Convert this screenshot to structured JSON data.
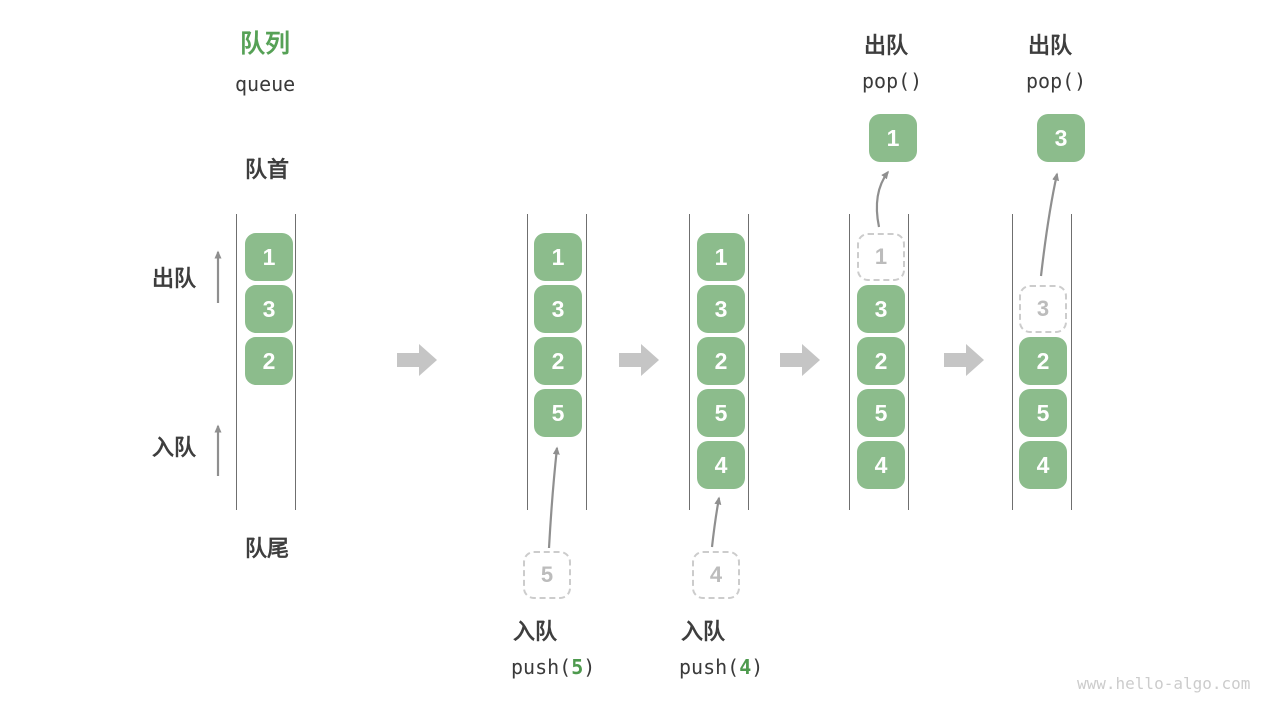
{
  "title": {
    "zh": "队列",
    "en": "queue"
  },
  "side_labels": {
    "front": "队首",
    "rear": "队尾",
    "dequeue": "出队",
    "enqueue": "入队"
  },
  "states": {
    "s1": {
      "boxes": [
        "1",
        "3",
        "2"
      ]
    },
    "s2": {
      "boxes": [
        "1",
        "3",
        "2",
        "5"
      ],
      "pending": "5"
    },
    "s3": {
      "boxes": [
        "1",
        "3",
        "2",
        "5",
        "4"
      ],
      "pending": "4"
    },
    "s4": {
      "ghost": "1",
      "boxes": [
        "3",
        "2",
        "5",
        "4"
      ],
      "popped": "1"
    },
    "s5": {
      "ghost": "3",
      "boxes": [
        "2",
        "5",
        "4"
      ],
      "popped": "3"
    }
  },
  "operations": {
    "push5": {
      "label": "入队",
      "fn": "push(",
      "arg": "5",
      "close": ")"
    },
    "push4": {
      "label": "入队",
      "fn": "push(",
      "arg": "4",
      "close": ")"
    },
    "pop1": {
      "label": "出队",
      "code": "pop()"
    },
    "pop2": {
      "label": "出队",
      "code": "pop()"
    }
  },
  "icons": {
    "transition_arrow": "block-arrow-right",
    "dequeue_arrow": "arrow-up",
    "enqueue_arrow": "arrow-up",
    "push_arrow": "curved-arrow-up",
    "pop_arrow": "curved-arrow-up"
  },
  "colors": {
    "element_green": "#8cbc8c",
    "accent_green": "#56a156",
    "text_dark": "#3e3e3e",
    "pipe_line": "#6f6f6f",
    "thin_arrow_gray": "#8f8f8f",
    "block_arrow_gray": "#c5c5c5",
    "dashed_gray": "#cccccc",
    "ghost_text_gray": "#bcbcbc",
    "watermark_gray": "#cccccc"
  },
  "watermark": "www.hello-algo.com"
}
